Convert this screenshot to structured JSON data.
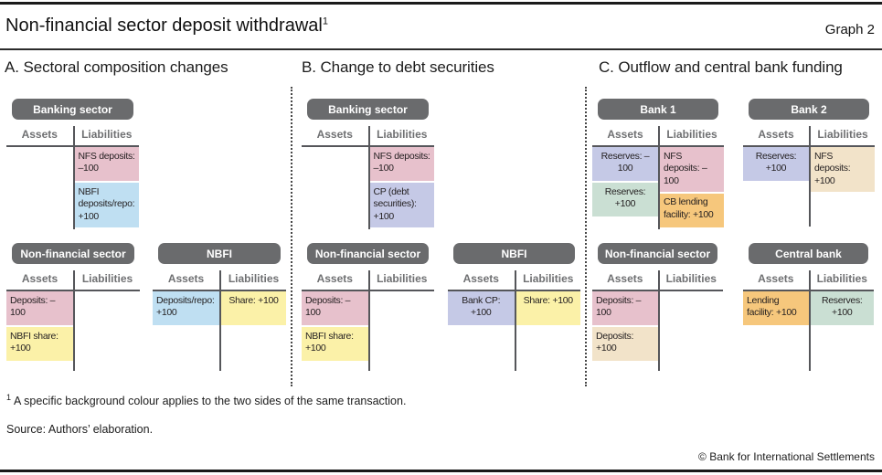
{
  "page": {
    "title": "Non-financial sector deposit withdrawal",
    "footnote_marker": "1",
    "graph_label": "Graph 2",
    "footnote": "A specific background colour applies to the two sides of the same transaction.",
    "source": "Source: Authors’ elaboration.",
    "copyright": "© Bank for International Settlements"
  },
  "column_headers": {
    "assets": "Assets",
    "liabilities": "Liabilities"
  },
  "palette": {
    "pink": "#e7c1cc",
    "blue": "#bfdff2",
    "yellow": "#fbf1a8",
    "lavender": "#c5c9e6",
    "green": "#cadfd3",
    "orange": "#f6c77c",
    "tan": "#f2e3c9",
    "header_gray": "#6a6b6d",
    "line_gray": "#55565a",
    "label_gray": "#6f7072"
  },
  "panels": [
    {
      "title": "A. Sectoral composition changes",
      "accounts": [
        {
          "name": "Banking sector",
          "assets": [],
          "liabilities": [
            {
              "text": "NFS deposits: –100",
              "color": "pink"
            },
            {
              "text": "NBFI deposits/repo: +100",
              "color": "blue"
            }
          ]
        },
        {
          "name": "Non-financial sector",
          "assets": [
            {
              "text": "Deposits: –100",
              "color": "pink"
            },
            {
              "text": "NBFI share: +100",
              "color": "yellow"
            }
          ],
          "liabilities": []
        },
        {
          "name": "NBFI",
          "assets": [
            {
              "text": "Deposits/repo: +100",
              "color": "blue"
            }
          ],
          "liabilities": [
            {
              "text": "Share: +100",
              "color": "yellow"
            }
          ]
        }
      ]
    },
    {
      "title": "B. Change to debt securities",
      "accounts": [
        {
          "name": "Banking sector",
          "assets": [],
          "liabilities": [
            {
              "text": "NFS deposits: –100",
              "color": "pink"
            },
            {
              "text": "CP (debt securities): +100",
              "color": "lavender"
            }
          ]
        },
        {
          "name": "Non-financial sector",
          "assets": [
            {
              "text": "Deposits: –100",
              "color": "pink"
            },
            {
              "text": "NBFI share: +100",
              "color": "yellow"
            }
          ],
          "liabilities": []
        },
        {
          "name": "NBFI",
          "assets": [
            {
              "text": "Bank CP: +100",
              "color": "lavender"
            }
          ],
          "liabilities": [
            {
              "text": "Share: +100",
              "color": "yellow"
            }
          ]
        }
      ]
    },
    {
      "title": "C. Outflow and central bank funding",
      "accounts": [
        {
          "name": "Bank 1",
          "assets": [
            {
              "text": "Reserves: –100",
              "color": "lavender"
            },
            {
              "text": "Reserves: +100",
              "color": "green"
            }
          ],
          "liabilities": [
            {
              "text": "NFS deposits: –100",
              "color": "pink"
            },
            {
              "text": "CB lending facility: +100",
              "color": "orange"
            }
          ]
        },
        {
          "name": "Bank 2",
          "assets": [
            {
              "text": "Reserves: +100",
              "color": "lavender"
            }
          ],
          "liabilities": [
            {
              "text": "NFS deposits: +100",
              "color": "tan"
            }
          ]
        },
        {
          "name": "Non-financial sector",
          "assets": [
            {
              "text": "Deposits: –100",
              "color": "pink"
            },
            {
              "text": "Deposits: +100",
              "color": "tan"
            }
          ],
          "liabilities": []
        },
        {
          "name": "Central bank",
          "assets": [
            {
              "text": "Lending facility: +100",
              "color": "orange"
            }
          ],
          "liabilities": [
            {
              "text": "Reserves: +100",
              "color": "green"
            }
          ]
        }
      ]
    }
  ]
}
